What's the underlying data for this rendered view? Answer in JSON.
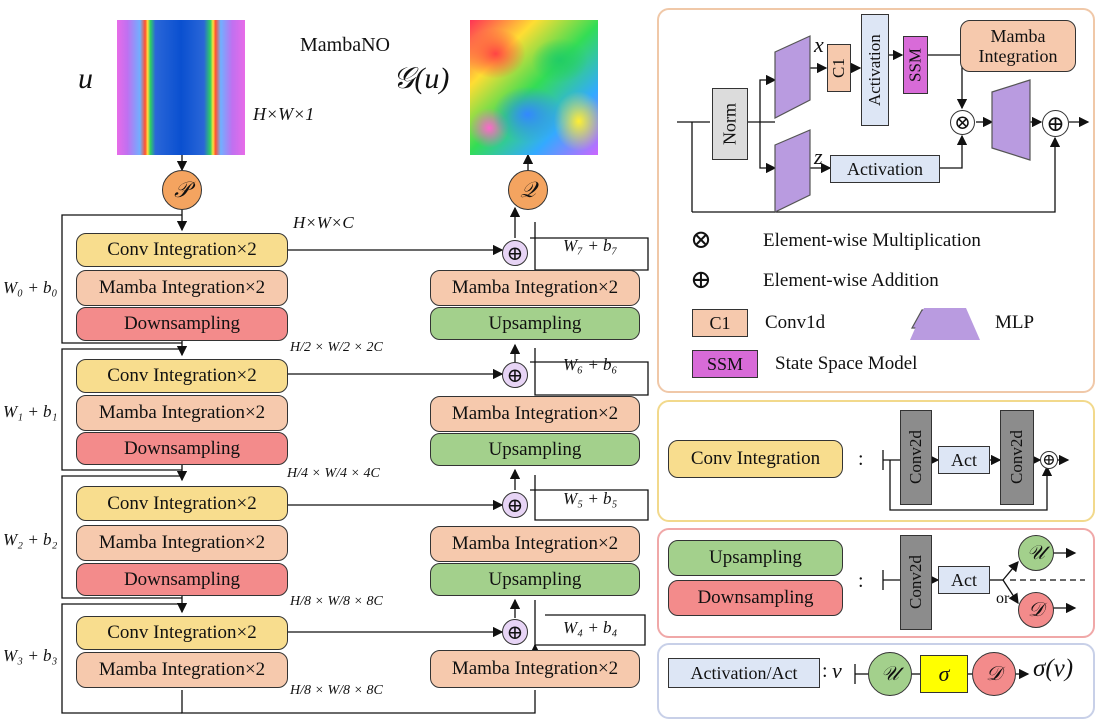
{
  "title": "MambaNO",
  "input_label": "u",
  "output_label": "𝒢(u)",
  "input_dims": "H×W×1",
  "lift_symbol": "𝒫",
  "proj_symbol": "𝒬",
  "encoder": [
    {
      "conv": "Conv Integration×2",
      "mamba": "Mamba Integration×2",
      "down": "Downsampling",
      "wb": "W₀ + b₀",
      "dims": "H×W×C"
    },
    {
      "conv": "Conv Integration×2",
      "mamba": "Mamba Integration×2",
      "down": "Downsampling",
      "wb": "W₁ + b₁",
      "dims": "H/2 × W/2 × 2C"
    },
    {
      "conv": "Conv Integration×2",
      "mamba": "Mamba Integration×2",
      "down": "Downsampling",
      "wb": "W₂ + b₂",
      "dims": "H/4 × W/4 × 4C"
    },
    {
      "conv": "Conv Integration×2",
      "mamba": "Mamba Integration×2",
      "wb": "W₃ + b₃",
      "dims": "H/8 × W/8 × 8C"
    }
  ],
  "bottom_dims": "H/8 × W/8 × 8C",
  "decoder": [
    {
      "mamba": "Mamba Integration×2",
      "up": "Upsampling",
      "wb": "W₇ + b₇"
    },
    {
      "mamba": "Mamba Integration×2",
      "up": "Upsampling",
      "wb": "W₆ + b₆"
    },
    {
      "mamba": "Mamba Integration×2",
      "up": "Upsampling",
      "wb": "W₅ + b₅"
    },
    {
      "mamba": "Mamba Integration×2",
      "wb": "W₄ + b₄"
    }
  ],
  "mamba_panel": {
    "title": "Mamba Integration",
    "norm": "Norm",
    "c1": "C1",
    "activation": "Activation",
    "ssm": "SSM",
    "x": "x",
    "z": "z",
    "legend": [
      {
        "sym": "⊗",
        "text": "Element-wise Multiplication"
      },
      {
        "sym": "⊕",
        "text": "Element-wise Addition"
      },
      {
        "sym": "C1",
        "text": "Conv1d"
      },
      {
        "sym": "MLP",
        "text": "MLP"
      },
      {
        "sym": "SSM",
        "text": "State Space Model"
      }
    ]
  },
  "conv_panel": {
    "label": "Conv Integration",
    "colon": ":",
    "conv2d": "Conv2d",
    "act": "Act"
  },
  "updown_panel": {
    "up": "Upsampling",
    "down": "Downsampling",
    "colon": ":",
    "conv2d": "Conv2d",
    "act": "Act",
    "u": "𝒰",
    "d": "𝒟",
    "or": "or"
  },
  "act_panel": {
    "label": "Activation/Act",
    "colon": ":",
    "v": "v",
    "u": "𝒰",
    "sigma": "σ",
    "d": "𝒟",
    "out": "σ(v)"
  },
  "colors": {
    "conv": "#f8dd8e",
    "mamba": "#f6c9ad",
    "down": "#f38b8b",
    "up": "#a3d08c",
    "lift": "#f4a460",
    "mlp": "#b99be0",
    "ssm": "#d86bd8",
    "act": "#dde6f5",
    "sigma": "#ffff00"
  }
}
